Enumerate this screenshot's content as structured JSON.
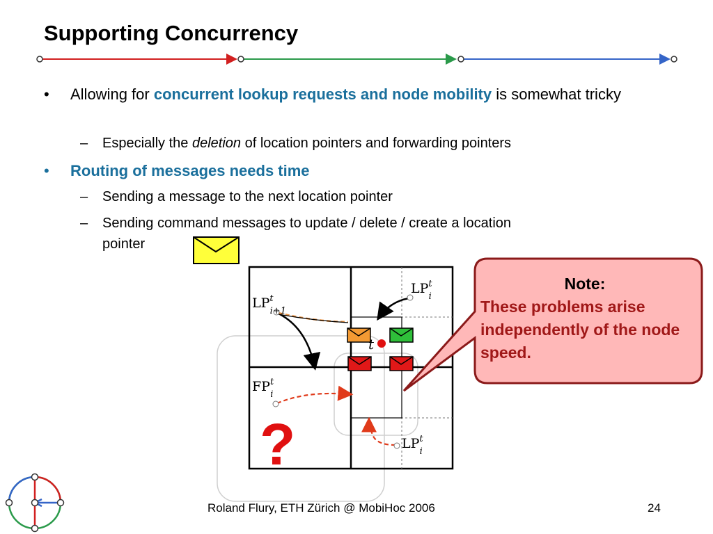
{
  "title": "Supporting Concurrency",
  "bullets": {
    "b1_prefix": "Allowing for ",
    "b1_highlight": "concurrent lookup requests and node mobility",
    "b1_suffix": " is somewhat tricky",
    "b1_sub1_prefix": "Especially the ",
    "b1_sub1_italic": "deletion",
    "b1_sub1_suffix": " of location pointers and forwarding pointers",
    "b2": "Routing of messages needs time",
    "b2_sub1": "Sending a message to the next location pointer",
    "b2_sub2_line1": "Sending command messages to update / delete / create a location",
    "b2_sub2_line2": "pointer"
  },
  "diagram": {
    "lp_i1": "LP",
    "lp_i1_sup": "t",
    "lp_i1_sub": "i+1",
    "lp_i_top": "LP",
    "lp_i_top_sup": "t",
    "lp_i_top_sub": "i",
    "fp_i": "FP",
    "fp_i_sup": "t",
    "fp_i_sub": "i",
    "lp_i_bottom": "LP",
    "lp_i_bottom_sup": "t",
    "lp_i_bottom_sub": "i",
    "t_label": "t",
    "question": "?"
  },
  "callout": {
    "heading": "Note:",
    "body": "These problems arise independently of the node speed."
  },
  "footer": {
    "left": "Roland Flury, ETH Zürich @ MobiHoc 2006",
    "page": "24"
  },
  "colors": {
    "accent_blue": "#1a6f9c",
    "note_red": "#a01818",
    "callout_fill": "#ffb8b8",
    "callout_border": "#8b1a1a"
  }
}
